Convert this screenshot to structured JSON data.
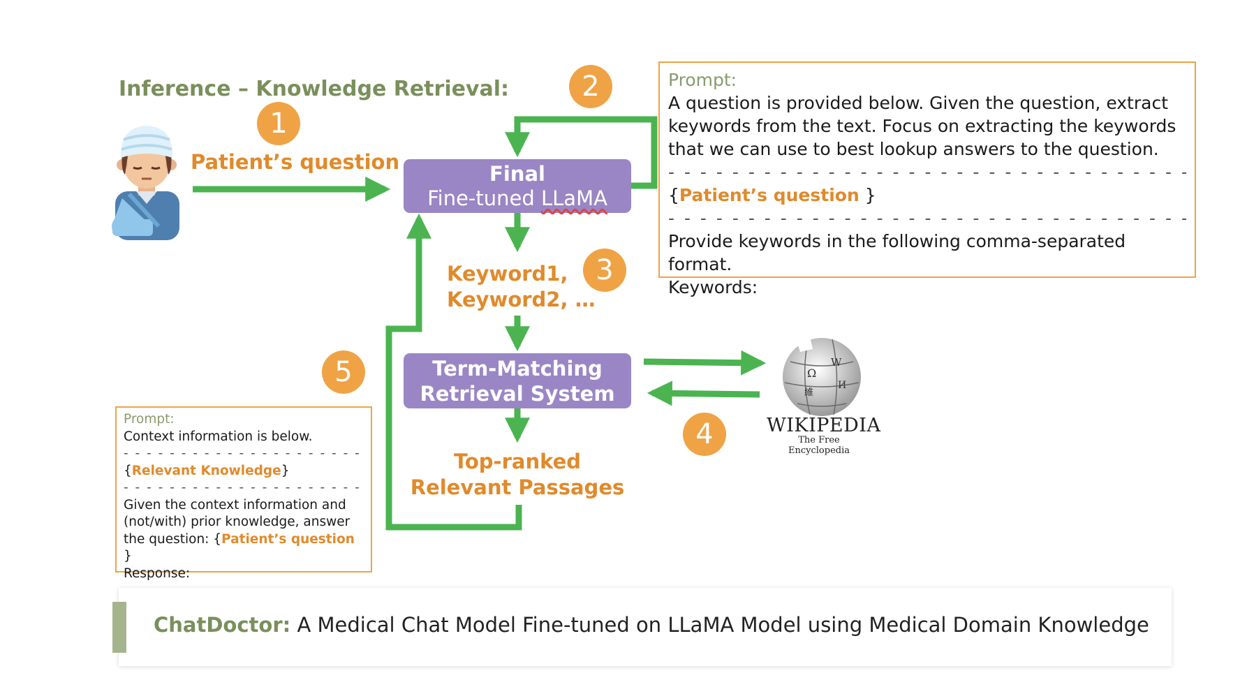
{
  "heading": "Inference – Knowledge Retrieval:",
  "steps": [
    "1",
    "2",
    "3",
    "4",
    "5"
  ],
  "patient_icon": "injured-patient-icon",
  "labels": {
    "patient_question": "Patient’s question",
    "keywords_line1": "Keyword1,",
    "keywords_line2": "Keyword2, …",
    "top_ranked_line1": "Top-ranked",
    "top_ranked_line2": "Relevant Passages"
  },
  "boxes": {
    "llama_line1": "Final",
    "llama_line2_prefix": "Fine-tuned ",
    "llama_line2_word": "LLaMA",
    "retrieval_line1": "Term-Matching",
    "retrieval_line2": "Retrieval System"
  },
  "prompt_keywords": {
    "title": "Prompt:",
    "line1": "A question is provided below. Given the question, extract",
    "line2": "keywords from the text. Focus on extracting the keywords",
    "line3": "that we can use to best lookup answers to the question.",
    "dash1": "- - - - - - - - - - - - - - - - - - - - - - - - - - - - - - - - - - - - -",
    "placeholder_open": "{",
    "placeholder": "Patient’s question",
    "placeholder_close": " }",
    "dash2": "-    - - - - - - - - - - - - - - - - - - - - - - - - - - - - - - - - - - - - -",
    "line4": "Provide keywords in the following comma-separated format.",
    "line5": "Keywords:"
  },
  "prompt_response": {
    "title": "Prompt:",
    "line1": "Context information is below.",
    "dash1": "- - - - - - - - - - - - - - - - - - - - -",
    "knowledge_open": "{",
    "knowledge": "Relevant Knowledge",
    "knowledge_close": "}",
    "dash2": " - - - - - - - - - - - - - - - - - - - - -",
    "line2": "Given the context information and",
    "line3": "(not/with) prior knowledge, answer",
    "line4_prefix": "the question: {",
    "line4_hl": "Patient’s question",
    "line4_suffix": " }",
    "line5": "Response:"
  },
  "wikipedia": {
    "wordmark": "WIKIPEDIA",
    "tagline": "The Free Encyclopedia",
    "icon": "wikipedia-globe-icon"
  },
  "footer": {
    "brand": "ChatDoctor:",
    "text": " A Medical Chat Model Fine-tuned on LLaMA Model using Medical Domain Knowledge"
  },
  "colors": {
    "arrow": "#4bb450",
    "box": "#9a86c4",
    "step": "#efa345",
    "heading": "#7a8f5b",
    "highlight": "#e08a2b"
  }
}
